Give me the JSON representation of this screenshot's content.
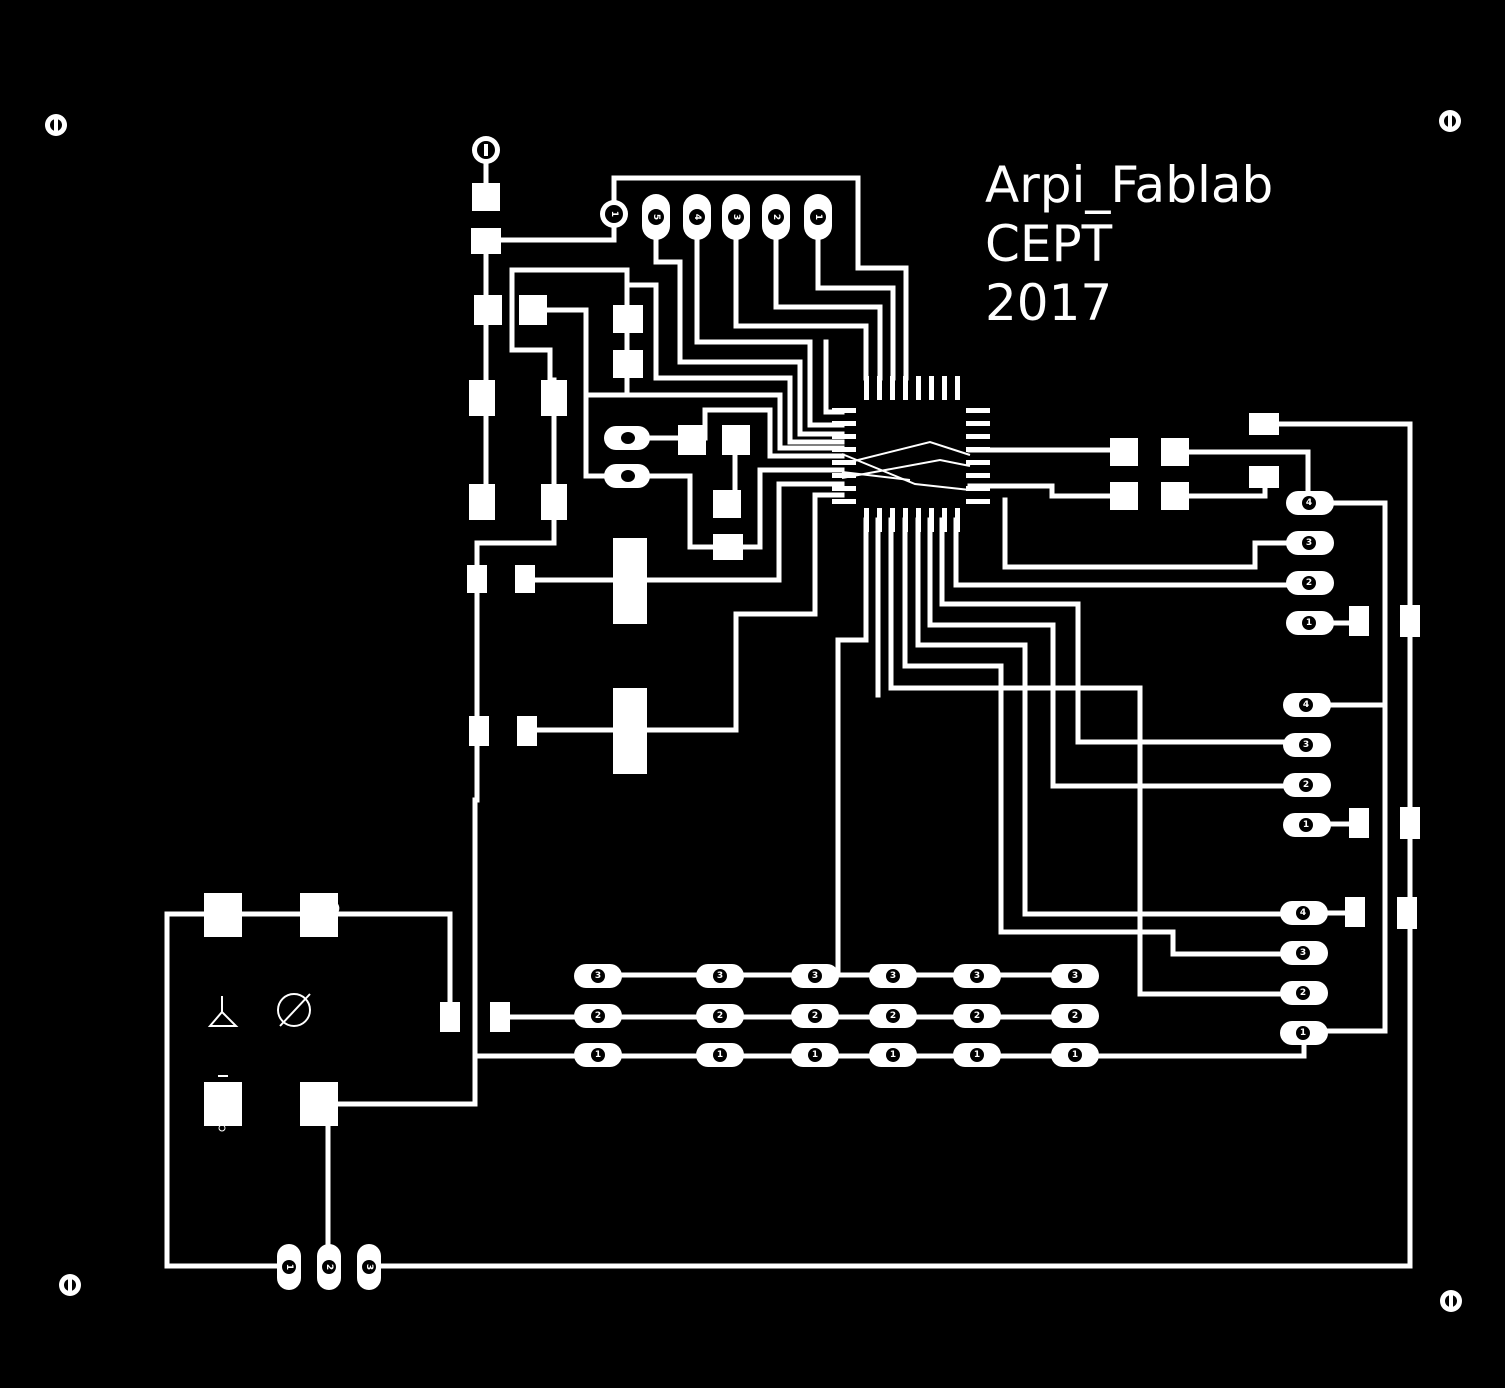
{
  "board": {
    "colors": {
      "background": "#000000",
      "copper": "#ffffff"
    },
    "text_lines": [
      "Arpi_Fablab",
      "CEPT",
      "2017"
    ]
  },
  "pin_labels": {
    "one": "1",
    "two": "2",
    "three": "3",
    "four": "4",
    "five": "5"
  }
}
